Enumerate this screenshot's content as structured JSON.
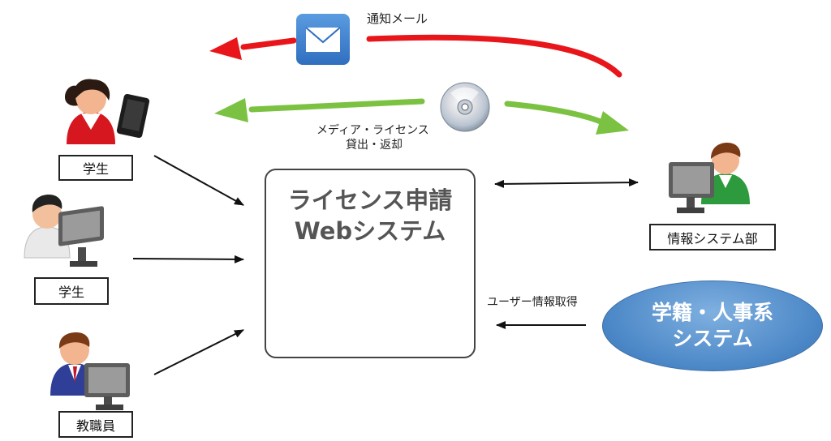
{
  "nodes": {
    "student1": "学生",
    "student2": "学生",
    "staff": "教職員",
    "it_dept": "情報システム部"
  },
  "center": {
    "line1": "ライセンス申請",
    "line2": "Webシステム"
  },
  "external": {
    "line1": "学籍・人事系",
    "line2": "システム"
  },
  "edges": {
    "notify_mail": "通知メール",
    "media_line1": "メディア・ライセンス",
    "media_line2": "貸出・返却",
    "user_info": "ユーザー情報取得"
  },
  "icons": [
    "mail-icon",
    "cd-icon",
    "database-icon",
    "female-student-icon",
    "smartphone-icon",
    "male-student-icon",
    "staff-icon",
    "it-staff-icon",
    "monitor-icon"
  ],
  "colors": {
    "notify_arrow": "#e8161b",
    "media_arrow": "#7cc242",
    "ellipse": "#4a86c6"
  }
}
